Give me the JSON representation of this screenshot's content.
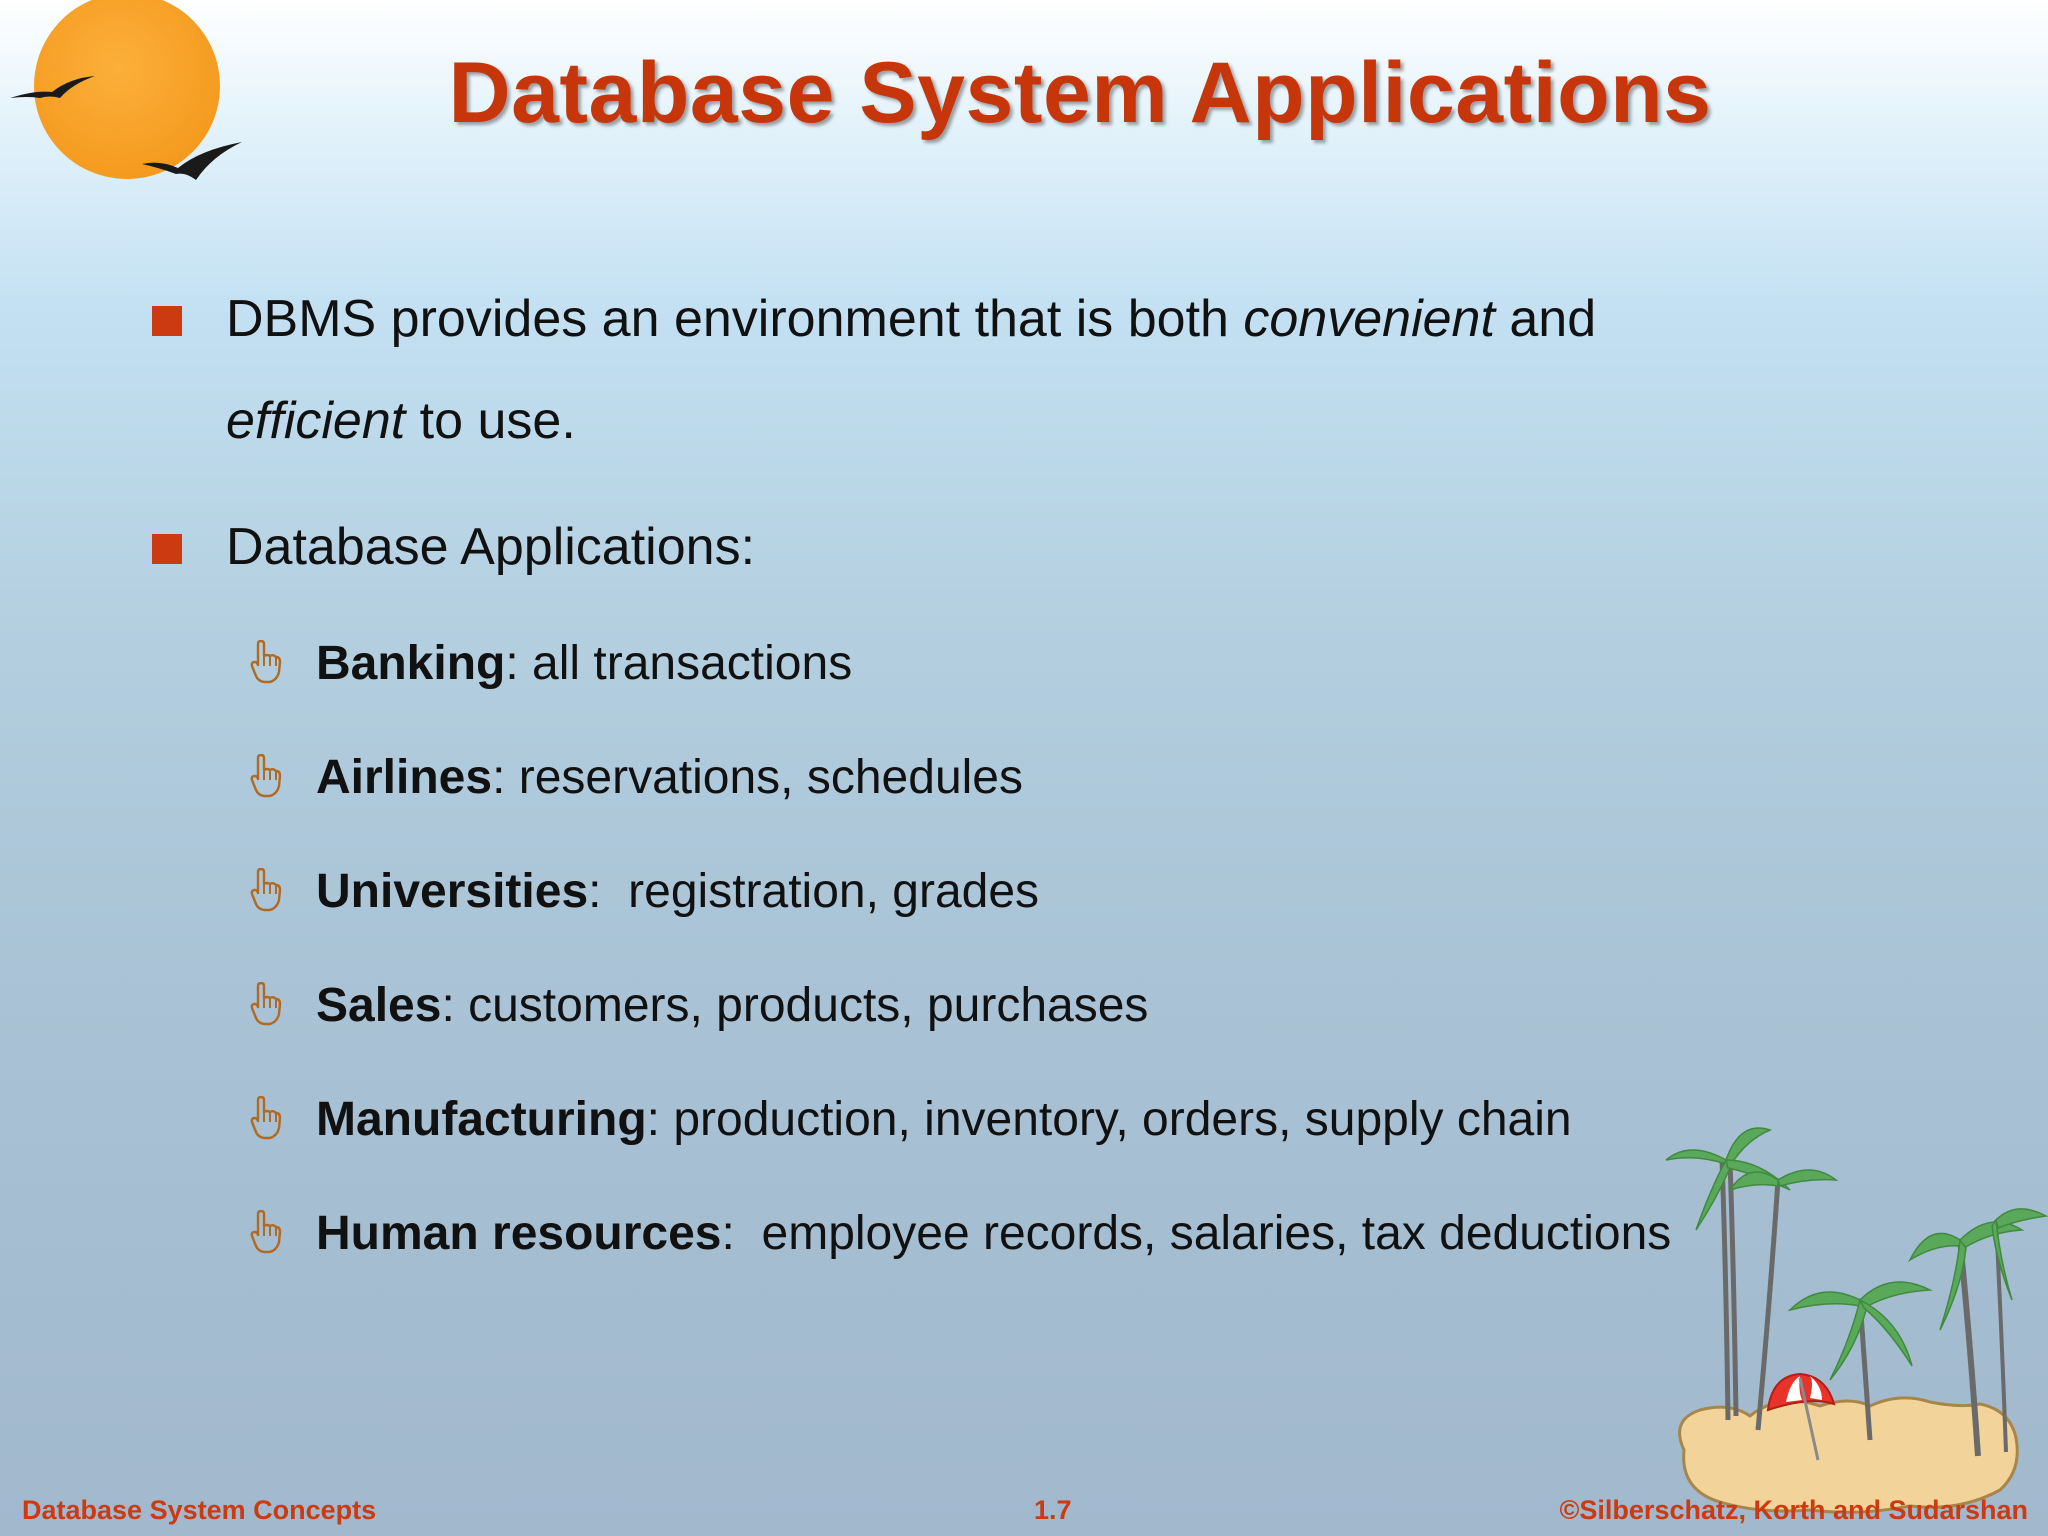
{
  "slide": {
    "title": "Database System Applications",
    "bullets": [
      {
        "line1_a": "DBMS provides an environment that is both ",
        "line1_em": "convenient",
        "line1_b": " and",
        "line2_em": "efficient",
        "line2_b": " to use."
      },
      {
        "text": "Database Applications:"
      }
    ],
    "sub_items": [
      {
        "term": "Banking",
        "desc": ": all transactions"
      },
      {
        "term": "Airlines",
        "desc": ": reservations, schedules"
      },
      {
        "term": "Universities",
        "desc": ":  registration, grades"
      },
      {
        "term": "Sales",
        "desc": ": customers, products, purchases"
      },
      {
        "term": "Manufacturing",
        "desc": ": production, inventory, orders, supply chain"
      },
      {
        "term": "Human resources",
        "desc": ":  employee records, salaries, tax deductions"
      }
    ]
  },
  "footer": {
    "left": "Database System Concepts",
    "center": "1.7",
    "right": "©Silberschatz, Korth and Sudarshan"
  },
  "colors": {
    "title": "#c7360a",
    "bullet_marker": "#cc3a12",
    "footer": "#cc3a12",
    "sun": "#f7a12e"
  },
  "icons": {
    "level1_marker": "square-bullet-icon",
    "level2_marker": "pointing-hand-icon",
    "top_left_decor": "sun-with-birds-icon",
    "bottom_right_decor": "palm-island-with-umbrella-icon"
  }
}
